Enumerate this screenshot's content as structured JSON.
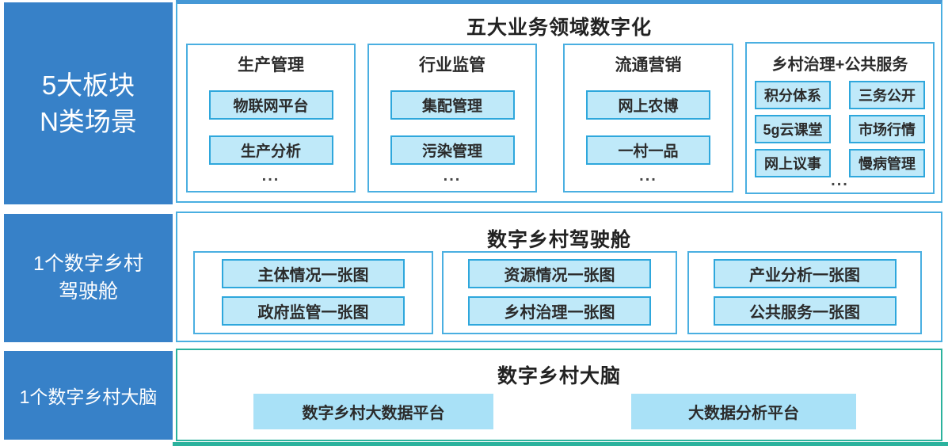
{
  "colors": {
    "sidebar_blue": "#3781c8",
    "cyan_border": "#4aafe1",
    "item_border": "#2ea7dc",
    "item_fill": "#bfe9f9",
    "platform_fill": "#a9e1f7",
    "teal_border": "#2bb29d"
  },
  "rows": [
    {
      "sidebar": {
        "line1": "5大板块",
        "line2": "N类场景"
      },
      "title": "五大业务领域数字化",
      "columns": [
        {
          "header": "生产管理",
          "items": [
            "物联网平台",
            "生产分析"
          ],
          "more": "..."
        },
        {
          "header": "行业监管",
          "items": [
            "集配管理",
            "污染管理"
          ],
          "more": "..."
        },
        {
          "header": "流通营销",
          "items": [
            "网上农博",
            "一村一品"
          ],
          "more": "..."
        },
        {
          "header": "乡村治理+公共服务",
          "grid_items": [
            "积分体系",
            "三务公开",
            "5g云课堂",
            "市场行情",
            "网上议事",
            "慢病管理"
          ],
          "more": "..."
        }
      ]
    },
    {
      "sidebar": {
        "line1": "1个数字乡村",
        "line2": "驾驶舱"
      },
      "title": "数字乡村驾驶舱",
      "groups": [
        {
          "items": [
            "主体情况一张图",
            "政府监管一张图"
          ]
        },
        {
          "items": [
            "资源情况一张图",
            "乡村治理一张图"
          ]
        },
        {
          "items": [
            "产业分析一张图",
            "公共服务一张图"
          ]
        }
      ]
    },
    {
      "sidebar": {
        "line1": "1个数字乡村大脑"
      },
      "title": "数字乡村大脑",
      "platforms": [
        "数字乡村大数据平台",
        "大数据分析平台"
      ]
    }
  ]
}
